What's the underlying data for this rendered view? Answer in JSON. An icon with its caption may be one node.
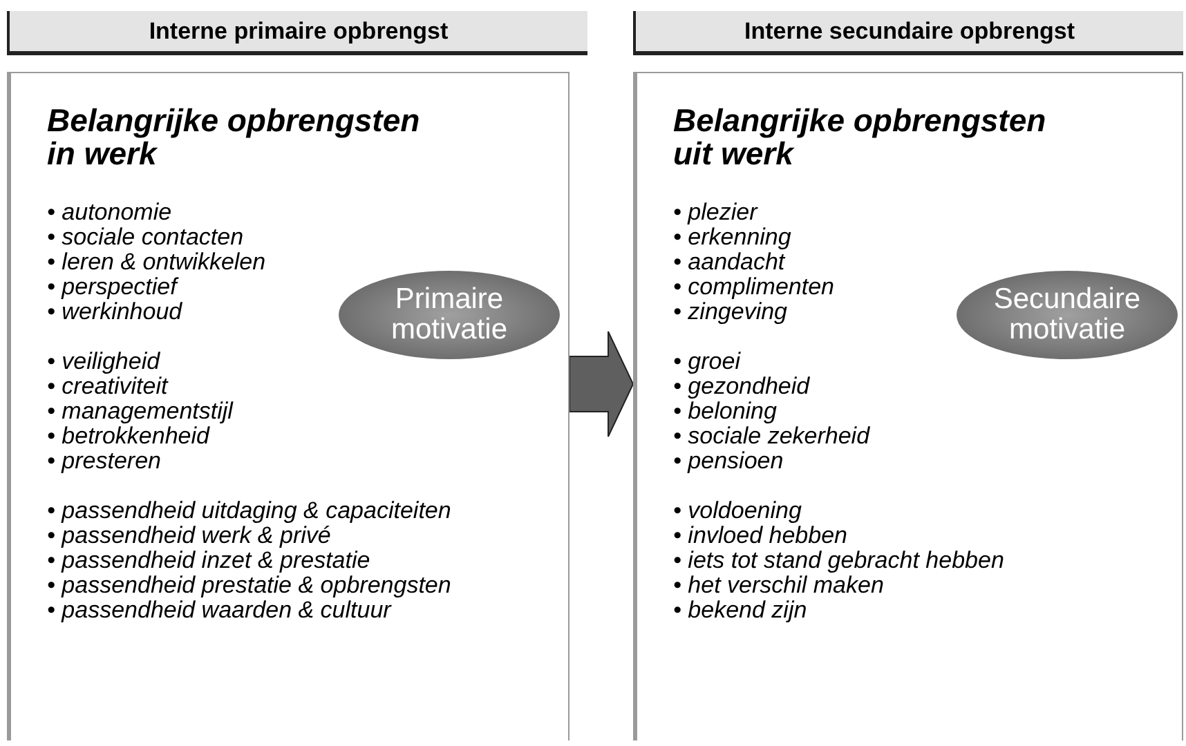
{
  "diagram": {
    "nodes": [
      {
        "text": [
          "Interne primaire opbrengst"
        ]
      },
      {
        "text": [
          "Belangrijke opbrengsten in werk",
          "• autonomie",
          "• sociale contacten",
          "• leren & ontwikkelen",
          "• perspectief",
          "• werkinhoud",
          "• veiligheid",
          "• creativiteit",
          "• managementstijl",
          "• betrokkenheid",
          "• presteren",
          "• passendheid uitdaging & capaciteiten",
          "• passendheid werk & privé",
          "• passendheid inzet & prestatie",
          "• passendheid prestatie & opbrengsten",
          "• passendheid waarden & cultuur"
        ]
      },
      {
        "text": [
          "Primaire motivatie"
        ],
        "in": 1
      },
      {
        "text": [
          "Interne secundaire opbrengst"
        ]
      },
      {
        "text": [
          "Belangrijke opbrengsten uit werk",
          "• plezier",
          "• erkenning",
          "• aandacht",
          "• complimenten",
          "• zingeving",
          "• groei",
          "• gezondheid",
          "• beloning",
          "• sociale zekerheid",
          "• pensioen",
          "• voldoening",
          "• invloed hebben",
          "• iets tot stand gebracht hebben",
          "• het verschil maken",
          "• bekend zijn"
        ]
      },
      {
        "text": [
          "Secundaire motivatie"
        ],
        "in": 4
      }
    ],
    "edges": [
      {
        "from": 1,
        "to": 4,
        "arrow": "to",
        "style": "thick"
      }
    ]
  }
}
